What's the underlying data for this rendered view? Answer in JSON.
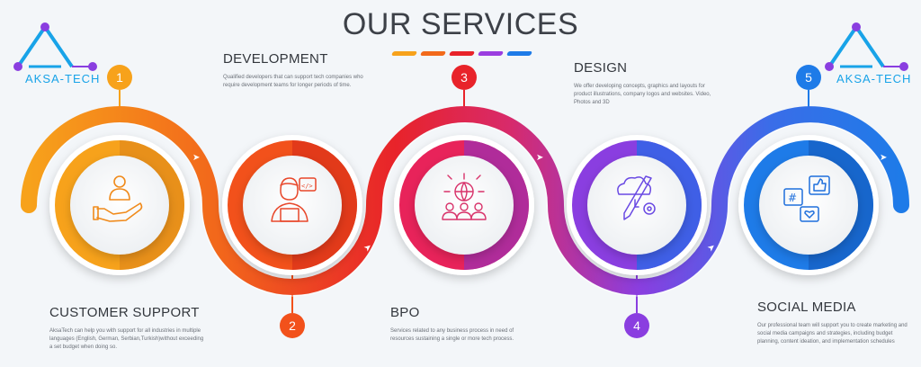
{
  "header": {
    "title": "OUR SERVICES",
    "accent_colors": [
      "#f7a21b",
      "#f26a1b",
      "#e8232a",
      "#9b3ee0",
      "#1e7be8"
    ]
  },
  "logos": [
    {
      "text": "AKSA-TECH",
      "icon": "aksa-tech-logo-icon",
      "colors": [
        "#18a3e8",
        "#8a3ee0"
      ]
    },
    {
      "text": "AKSA-TECH",
      "icon": "aksa-tech-logo-icon",
      "colors": [
        "#18a3e8",
        "#8a3ee0"
      ]
    }
  ],
  "services": [
    {
      "number": "1",
      "title": "CUSTOMER SUPPORT",
      "description": "AksaTech can help you with support for all industries in multiple languages (English, German, Serbian,Turkish)without exceeding a set budget when doing so.",
      "icon": "customer-support-hand-person-icon",
      "color": "#f7a21b"
    },
    {
      "number": "2",
      "title": "DEVELOPMENT",
      "description": "Qualified developers that can support tech companies who require development teams for longer periods of time.",
      "icon": "developer-laptop-code-icon",
      "color": "#f2511b"
    },
    {
      "number": "3",
      "title": "BPO",
      "description": "Services related to any business process in need of resources sustaining a single or more tech process.",
      "icon": "bpo-team-globe-icon",
      "color": "#e8235a"
    },
    {
      "number": "4",
      "title": "DESIGN",
      "description": "We offer developing concepts, graphics and layouts for product illustrations, company logos and websites. Video, Photos and 3D",
      "icon": "design-cloud-pencil-gear-icon",
      "color": "#8a3ee0"
    },
    {
      "number": "5",
      "title": "SOCIAL MEDIA",
      "description": "Our professional team will support you to create marketing and social media campaigns and strategies, including budget planning, content ideation, and implementation schedules",
      "icon": "social-media-chat-like-hashtag-icon",
      "color": "#1e7be8"
    }
  ]
}
